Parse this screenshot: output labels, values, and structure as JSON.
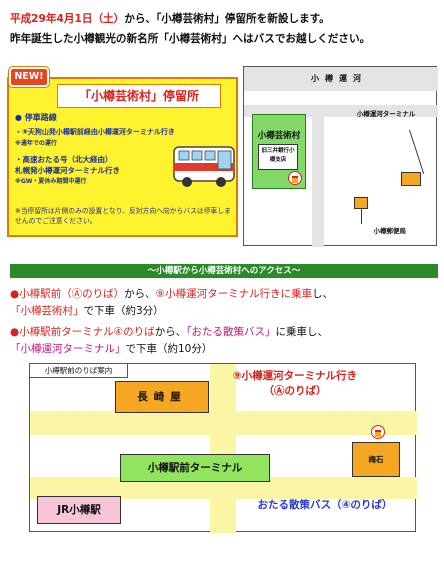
{
  "intro": {
    "line1_red": "平成29年4月1日（土）",
    "line1_rest": "から、「小樽芸術村」停留所を新設します。",
    "line2": "昨年誕生した小樽観光の新名所「小樽芸術村」へはバスでお越しください。"
  },
  "notice": {
    "badge": "NEW!",
    "title": "「小樽芸術村」停留所",
    "route_heading": "● 停車路線",
    "route1_main": "・⑨天狗山発小樽駅前経由小樽運河ターミナル行き",
    "route1_sub": "※通年での運行",
    "route2_line1": "・高速おたる号（北大経由）",
    "route2_line2": "札幌発小樽運河ターミナル行き",
    "route2_sub": "※GW・夏休み期間中運行",
    "note": "※当停留所は片側のみの設置となり、反対方向へ向からバスは停車しませんのでご注意ください。"
  },
  "map": {
    "river": "小樽運河",
    "museum": "小樽芸術村",
    "bank": "旧三井銀行小樽支店",
    "terminal": "小樽運河ターミナル",
    "post_office": "小樽郵便局"
  },
  "access": {
    "band": "〜小樽駅から小樽芸術村へのアクセス〜",
    "dir1_a": "●小樽駅前",
    "dir1_b": "（Ⓐのりば）",
    "dir1_c": "から、",
    "dir1_d": "⑨小樽運河ターミナル行きに乗車",
    "dir1_e": "し、",
    "dir1_f": "「小樽芸術村」",
    "dir1_g": "で下車（約3分）",
    "dir2_a": "●小樽駅前ターミナル④のりば",
    "dir2_b": "から、",
    "dir2_c": "「おたる散策バス」",
    "dir2_d": "に乗車し、",
    "dir2_e": "「小樽運河ターミナル」",
    "dir2_f": "で下車（約10分）"
  },
  "lower_map": {
    "title": "小樽駅前のりば案内",
    "nagasakiya": "長崎屋",
    "line9_1": "⑨小樽運河ターミナル行き",
    "line9_2": "（Ⓐのりば）",
    "shakuseki": "梅石",
    "terminal": "小樽駅前ターミナル",
    "jr": "JR小樽駅",
    "otaru_bus": "おたる散策バス（④のりば）"
  }
}
